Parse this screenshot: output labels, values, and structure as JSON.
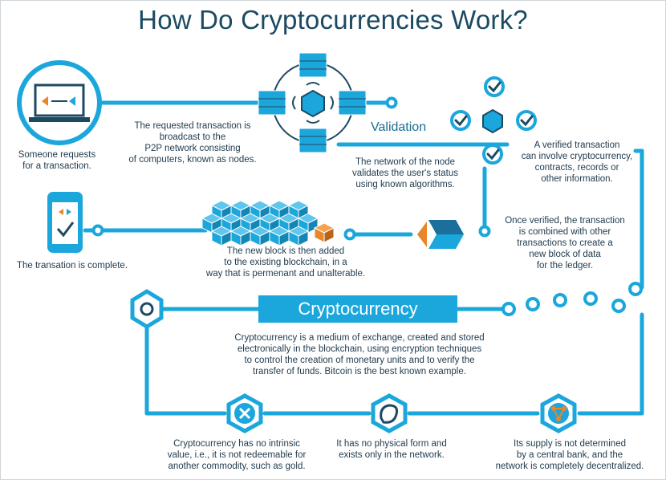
{
  "title": "How Do Cryptocurrencies Work?",
  "steps": {
    "request": "Someone requests\nfor a transaction.",
    "broadcast": "The requested transaction is\nbroadcast to the\nP2P network consisting\nof computers, known as nodes.",
    "validation_heading": "Validation",
    "validation": "The network of the node\nvalidates the user's status\nusing known algorithms.",
    "verified": "A verified transaction\ncan involve cryptocurrency,\ncontracts, records or\nother information.",
    "combined": "Once verified, the transaction\nis combined with other\ntransactions to create a\nnew block of data\nfor the ledger.",
    "added": "The new block is then added\nto the existing blockchain, in a\nway that is permenant and unalterable.",
    "complete": "The transation is complete."
  },
  "crypto": {
    "heading": "Cryptocurrency",
    "description": "Cryptocurrency is a medium of exchange, created and stored\nelectronically in the blockchain, using encryption techniques\nto control the creation of monetary units and to verify the\ntransfer of funds. Bitcoin is the best known example."
  },
  "facts": [
    {
      "text": "Cryptocurrency has no intrinsic\nvalue, i.e., it is not redeemable for\nanother commodity, such as gold.",
      "icon": "x-icon"
    },
    {
      "text": "It has no physical form and\nexists only in the network.",
      "icon": "blob-icon"
    },
    {
      "text": "Its supply is not determined\nby a central bank, and the\nnetwork is completely decentralized.",
      "icon": "network-icon"
    }
  ],
  "colors": {
    "primary": "#1ba7dc",
    "dark": "#1c4a63",
    "orange": "#e8862a"
  }
}
